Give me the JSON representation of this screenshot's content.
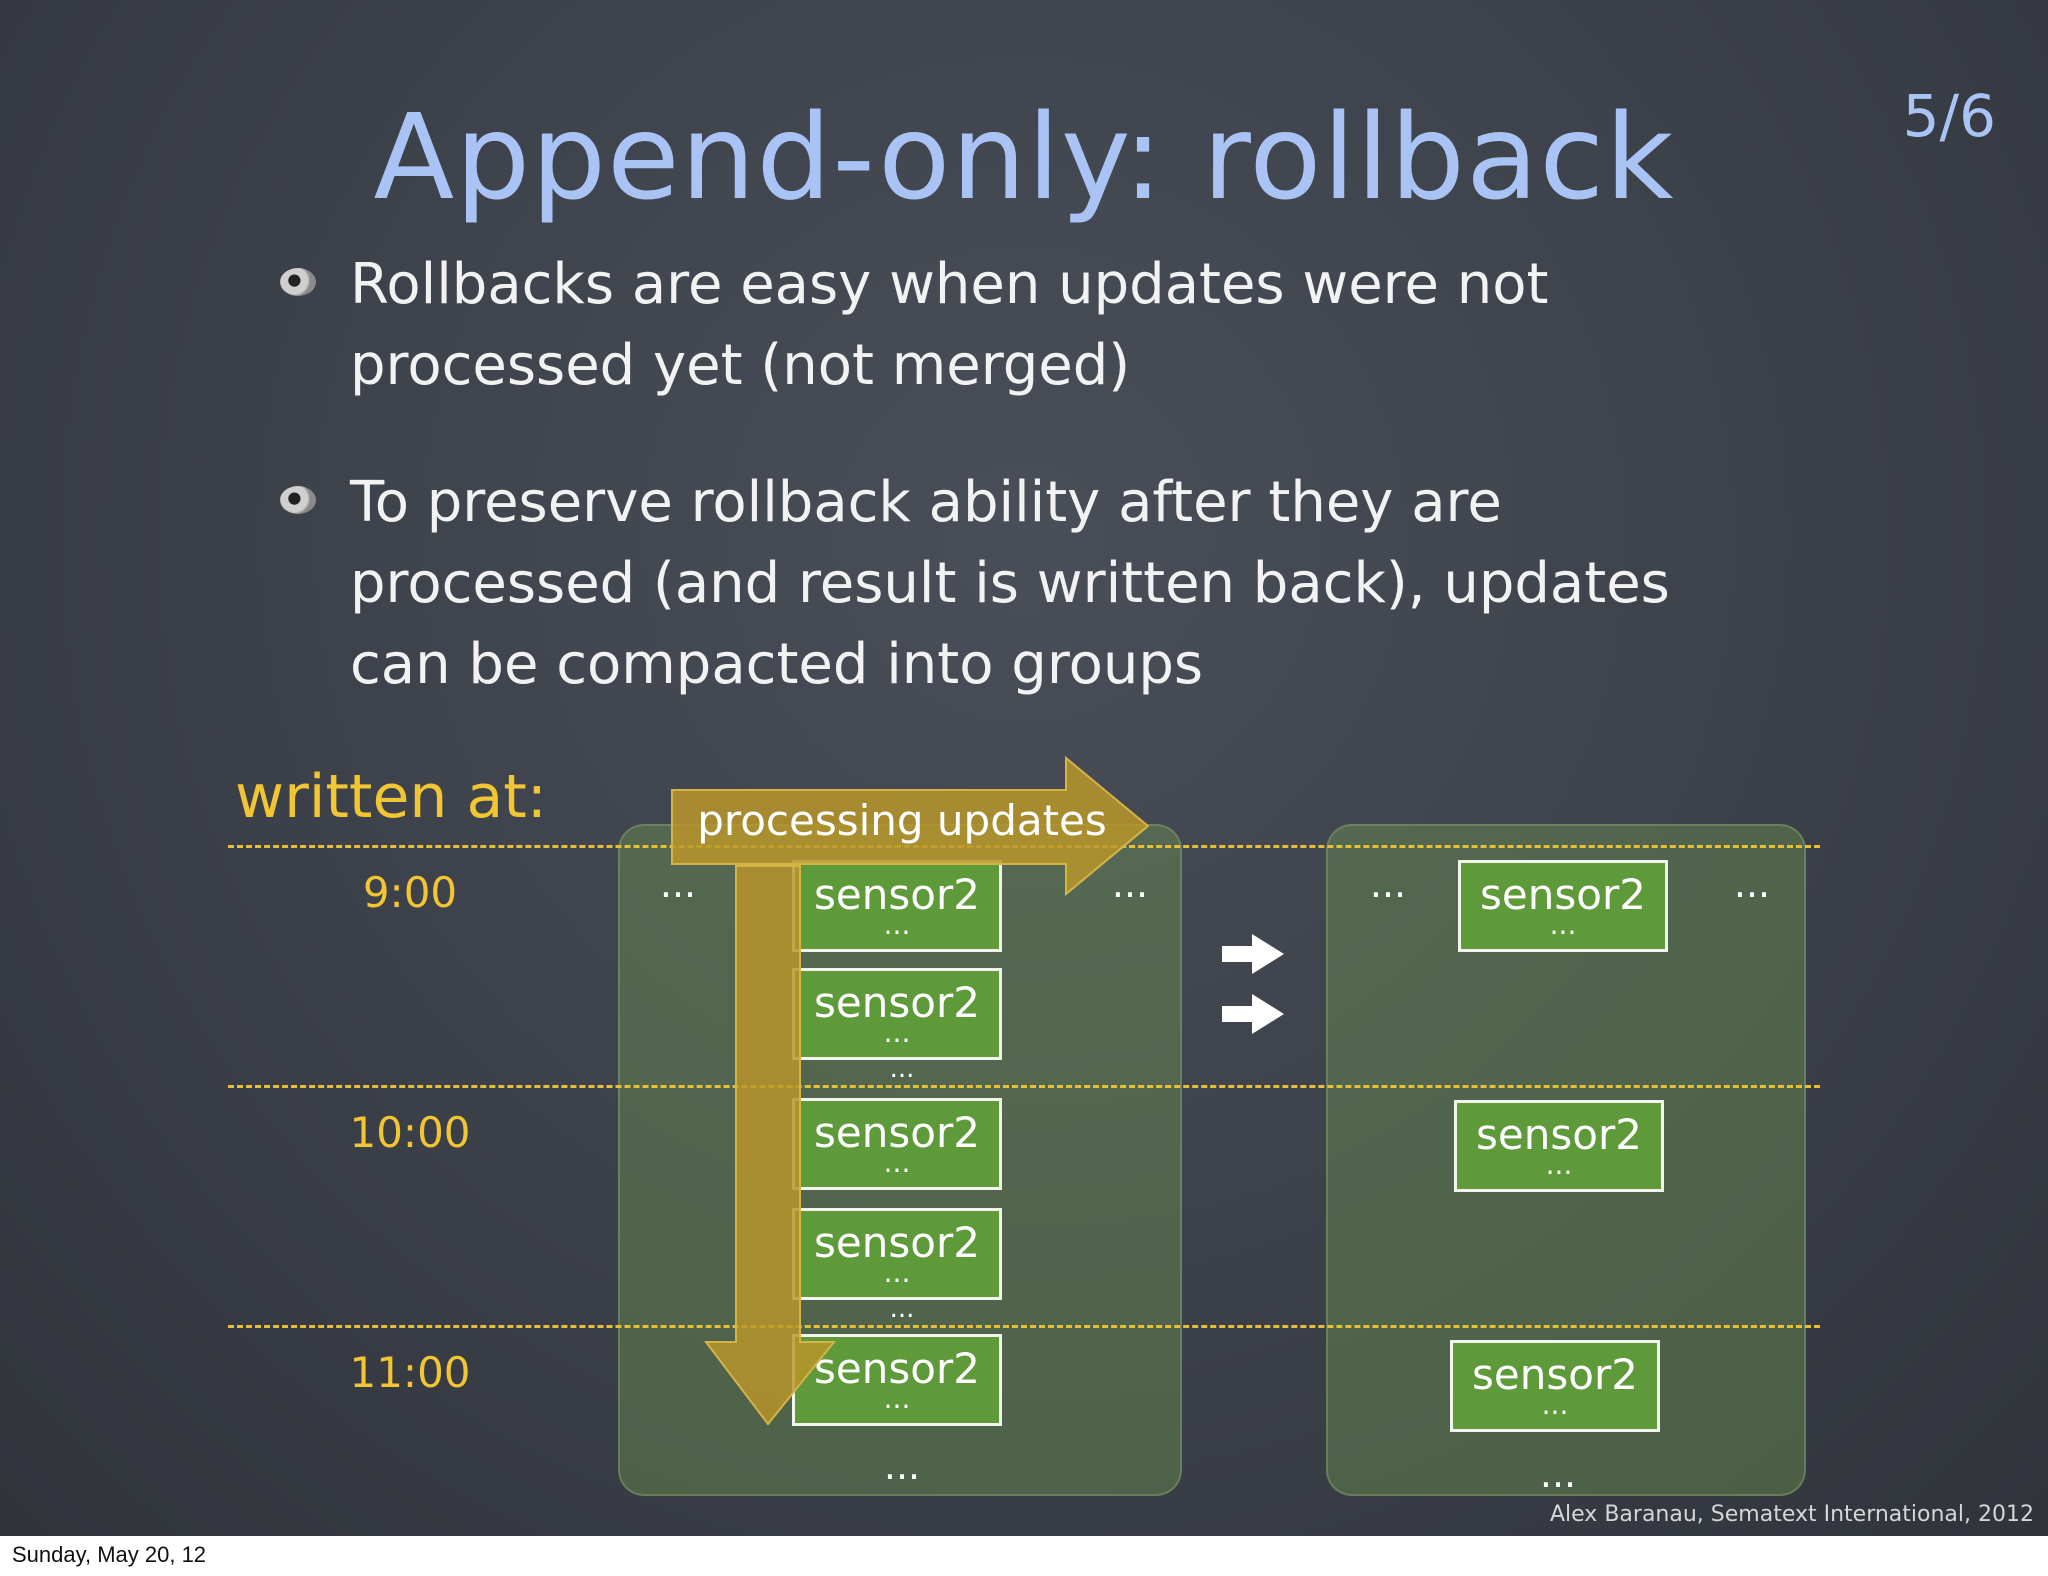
{
  "slide": {
    "title": "Append-only: rollback",
    "page_number": "5/6",
    "bullets": [
      "Rollbacks are easy when updates were not\nprocessed yet (not merged)",
      "To preserve rollback ability after they are\nprocessed (and result is written back), updates\ncan be compacted into groups"
    ],
    "written_at_label": "written at:",
    "times": [
      "9:00",
      "10:00",
      "11:00"
    ],
    "process_label": "processing updates",
    "record_name": "sensor2",
    "record_ellipsis": "...",
    "ellipsis": "...",
    "footer": "Alex Baranau, Sematext International, 2012"
  },
  "os_footer": {
    "date": "Sunday, May 20, 12"
  },
  "colors": {
    "background": "#3c4049",
    "title": "#a9c3f5",
    "accent": "#f2c534",
    "record": "#5e9a3a",
    "arrow": "#b9962a"
  }
}
